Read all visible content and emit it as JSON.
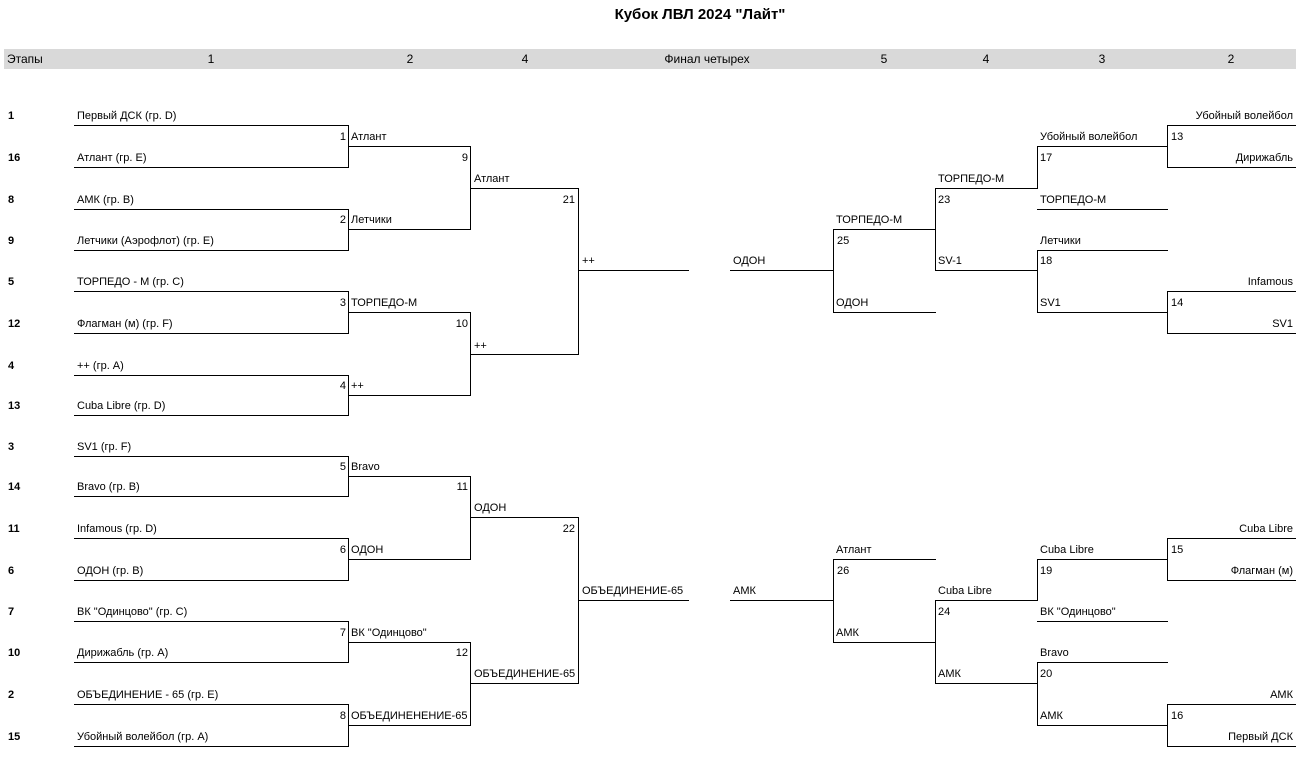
{
  "title": "Кубок ЛВЛ 2024 \"Лайт\"",
  "header": {
    "stages_label": "Этапы",
    "cols": [
      "1",
      "2",
      "4",
      "Финал четырех",
      "5",
      "4",
      "3",
      "2"
    ]
  },
  "seeds": [
    "1",
    "16",
    "8",
    "9",
    "5",
    "12",
    "4",
    "13",
    "3",
    "14",
    "11",
    "6",
    "7",
    "10",
    "2",
    "15"
  ],
  "round1_teams": [
    "Первый ДСК (гр. D)",
    "Атлант (гр. E)",
    "АМК (гр. B)",
    "Летчики (Аэрофлот) (гр. E)",
    "ТОРПЕДО - М (гр. C)",
    "Флагман (м) (гр. F)",
    "++ (гр. A)",
    "Cuba Libre (гр. D)",
    "SV1 (гр. F)",
    "Bravo (гр. B)",
    "Infamous (гр. D)",
    "ОДОН (гр. B)",
    "ВК \"Одинцово\" (гр. C)",
    "Дирижабль (гр. A)",
    "ОБЪЕДИНЕНИЕ - 65 (гр. E)",
    "Убойный волейбол (гр. A)"
  ],
  "match_numbers_left_r1": [
    "1",
    "2",
    "3",
    "4",
    "5",
    "6",
    "7",
    "8"
  ],
  "winners_left_r1": [
    "Атлант",
    "Летчики",
    "ТОРПЕДО-М",
    "++",
    "Bravo",
    "ОДОН",
    "ВК \"Одинцово\"",
    "ОБЪЕДИНЕНЕНИЕ-65"
  ],
  "match_numbers_left_r2": [
    "9",
    "10",
    "11",
    "12"
  ],
  "winners_left_r2": [
    "Атлант",
    "++",
    "ОДОН",
    "ОБЪЕДИНЕНИЕ-65"
  ],
  "match_numbers_left_r3": [
    "21",
    "22"
  ],
  "winners_left_r3": [
    "++",
    "ОБЪЕДИНЕНИЕ-65"
  ],
  "consolation": {
    "upper": {
      "final_four_left": "ОДОН",
      "m25": {
        "num": "25",
        "top": "ТОРПЕДО-М",
        "bottom": "ОДОН"
      },
      "m23": {
        "num": "23",
        "top": "ТОРПЕДО-М",
        "bottom": "SV-1"
      },
      "m17": {
        "num": "17",
        "top": "Убойный волейбол",
        "bottom": "ТОРПЕДО-М"
      },
      "m18": {
        "num": "18",
        "top": "Летчики",
        "bottom": "SV1"
      },
      "m13": {
        "num": "13",
        "top": "Убойный волейбол",
        "bottom": "Дирижабль"
      },
      "m14": {
        "num": "14",
        "top": "Infamous",
        "bottom": "SV1"
      }
    },
    "lower": {
      "final_four_left": "АМК",
      "m26": {
        "num": "26",
        "top": "Атлант",
        "bottom": "АМК"
      },
      "m24": {
        "num": "24",
        "top": "Cuba Libre",
        "bottom": "АМК"
      },
      "m19": {
        "num": "19",
        "top": "Cuba Libre",
        "bottom": "ВК \"Одинцово\""
      },
      "m20": {
        "num": "20",
        "top": "Bravo",
        "bottom": "АМК"
      },
      "m15": {
        "num": "15",
        "top": "Cuba Libre",
        "bottom": "Флагман (м)"
      },
      "m16": {
        "num": "16",
        "top": "АМК",
        "bottom": "Первый ДСК"
      }
    }
  }
}
